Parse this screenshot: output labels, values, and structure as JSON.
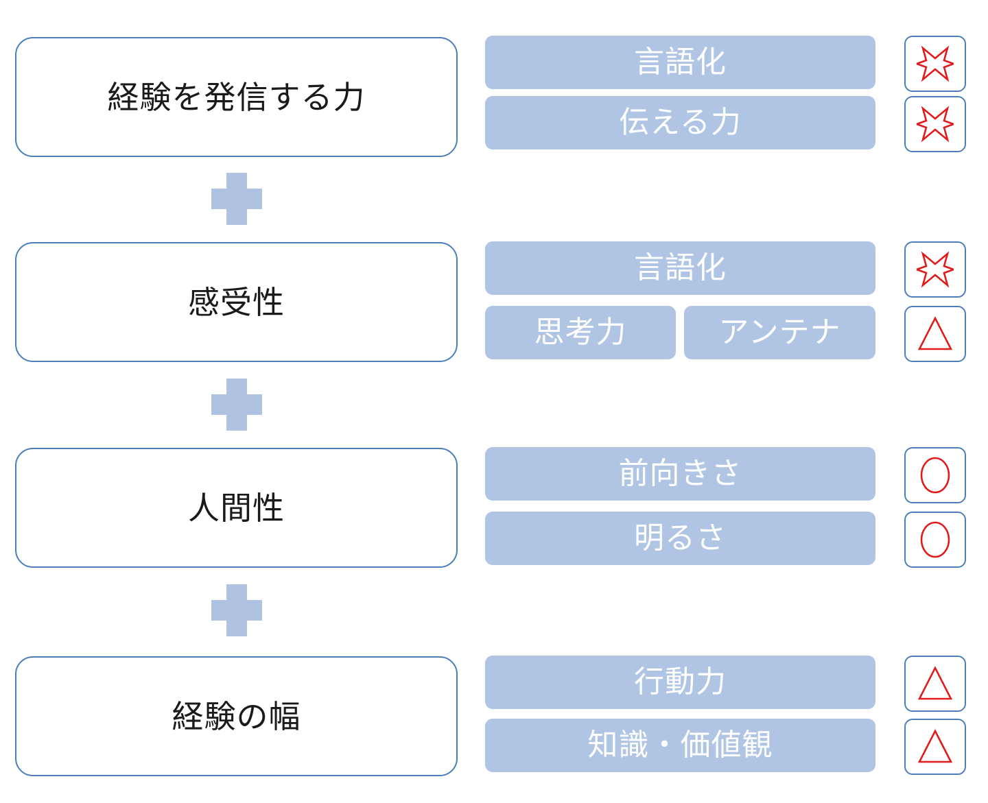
{
  "diagram": {
    "type": "capability-breakdown",
    "connector_icon": "plus-icon",
    "colors": {
      "bar_fill": "#b0c4e4",
      "box_border": "#4a7ebb",
      "bar_text": "#ffffff",
      "box_text": "#1a1a1a",
      "rating_mark": "#e01b1b",
      "plus_fill": "#b0c2e2"
    },
    "rows": [
      {
        "main_label": "経験を発信する力",
        "elements": [
          {
            "labels": [
              "言語化"
            ],
            "rating": "x-mark"
          },
          {
            "labels": [
              "伝える力"
            ],
            "rating": "x-mark"
          }
        ],
        "connector_below": "plus-icon"
      },
      {
        "main_label": "感受性",
        "elements": [
          {
            "labels": [
              "言語化"
            ],
            "rating": "x-mark"
          },
          {
            "labels": [
              "思考力",
              "アンテナ"
            ],
            "rating": "triangle-mark"
          }
        ],
        "connector_below": "plus-icon"
      },
      {
        "main_label": "人間性",
        "elements": [
          {
            "labels": [
              "前向きさ"
            ],
            "rating": "circle-mark"
          },
          {
            "labels": [
              "明るさ"
            ],
            "rating": "circle-mark"
          }
        ],
        "connector_below": "plus-icon"
      },
      {
        "main_label": "経験の幅",
        "elements": [
          {
            "labels": [
              "行動力"
            ],
            "rating": "triangle-mark"
          },
          {
            "labels": [
              "知識・価値観"
            ],
            "rating": "triangle-mark"
          }
        ],
        "connector_below": null
      }
    ]
  }
}
